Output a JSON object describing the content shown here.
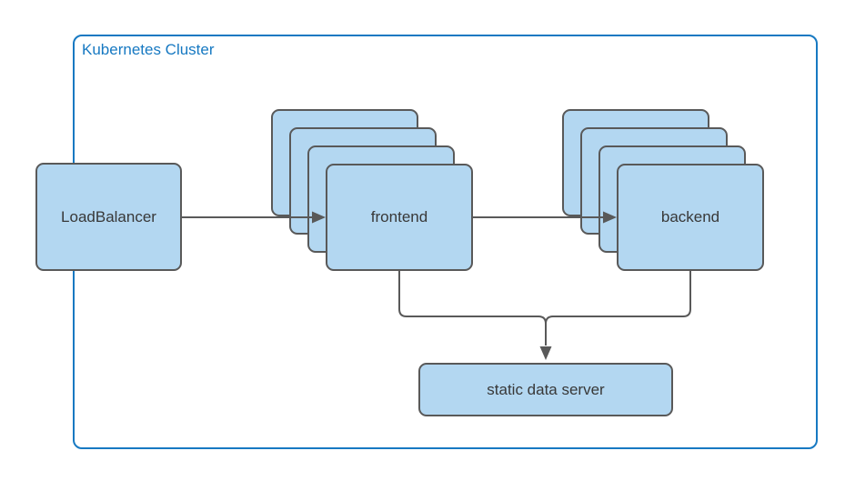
{
  "diagram": {
    "cluster": {
      "label": "Kubernetes Cluster",
      "border_color": "#1779C2",
      "label_color": "#1779C2"
    },
    "style": {
      "node_fill": "#B3D7F1",
      "node_border": "#595959",
      "node_text_color": "#383838",
      "connector_color": "#595959",
      "background": "#ffffff"
    },
    "nodes": {
      "load_balancer": {
        "label": "LoadBalancer",
        "replicas": 1
      },
      "frontend": {
        "label": "frontend",
        "replicas": 4
      },
      "backend": {
        "label": "backend",
        "replicas": 4
      },
      "static_data_server": {
        "label": "static data server",
        "replicas": 1
      }
    },
    "edges": [
      {
        "from": "LoadBalancer",
        "to": "frontend",
        "arrow": true
      },
      {
        "from": "frontend",
        "to": "backend",
        "arrow": true
      },
      {
        "from": "frontend",
        "to": "static data server",
        "arrow": true
      },
      {
        "from": "backend",
        "to": "static data server",
        "arrow": true
      }
    ]
  }
}
